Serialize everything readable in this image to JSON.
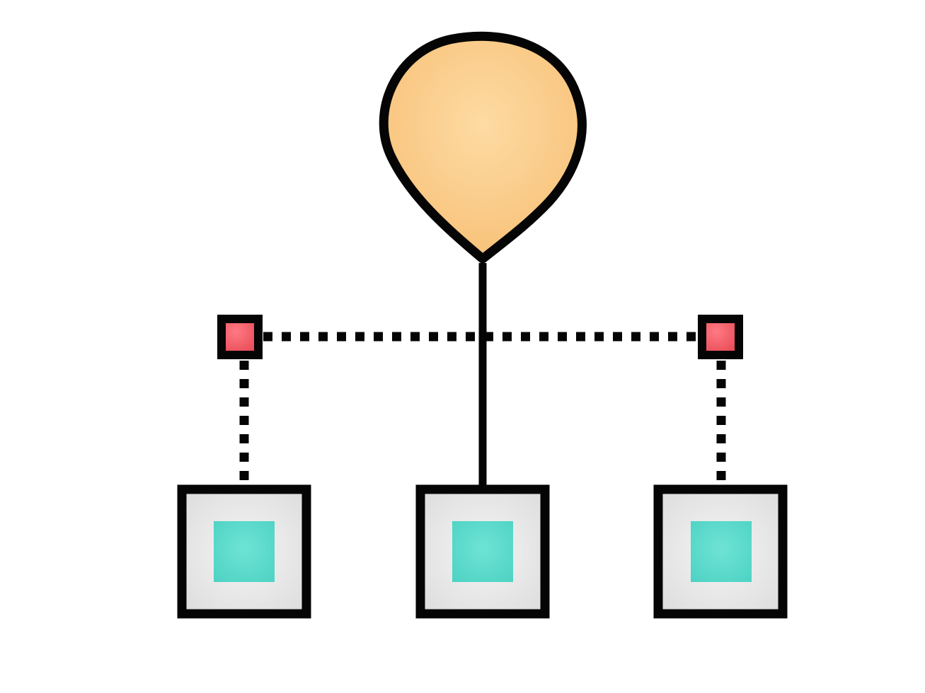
{
  "diagram": {
    "type": "hierarchy",
    "colors": {
      "background": "#ffffff",
      "outline": "#050505",
      "root_fill": "#f8c27a",
      "root_fill_light": "#fddba3",
      "connector_fill": "#e84a55",
      "connector_fill_light": "#ff7a84",
      "leaf_frame": "#e6e6e6",
      "leaf_fill": "#4fd3c4",
      "leaf_fill_light": "#6ee3d5"
    },
    "nodes": [
      {
        "id": "root",
        "shape": "map-pin-icon",
        "role": "parent"
      },
      {
        "id": "connector-left",
        "shape": "small-square",
        "role": "junction"
      },
      {
        "id": "connector-right",
        "shape": "small-square",
        "role": "junction"
      },
      {
        "id": "leaf-left",
        "shape": "framed-square",
        "role": "child"
      },
      {
        "id": "leaf-center",
        "shape": "framed-square",
        "role": "child"
      },
      {
        "id": "leaf-right",
        "shape": "framed-square",
        "role": "child"
      }
    ],
    "edges": [
      {
        "from": "root",
        "to": "leaf-center",
        "style": "solid"
      },
      {
        "from": "connector-left",
        "to": "connector-right",
        "style": "dotted"
      },
      {
        "from": "connector-left",
        "to": "leaf-left",
        "style": "dotted"
      },
      {
        "from": "connector-right",
        "to": "leaf-right",
        "style": "dotted"
      }
    ]
  }
}
